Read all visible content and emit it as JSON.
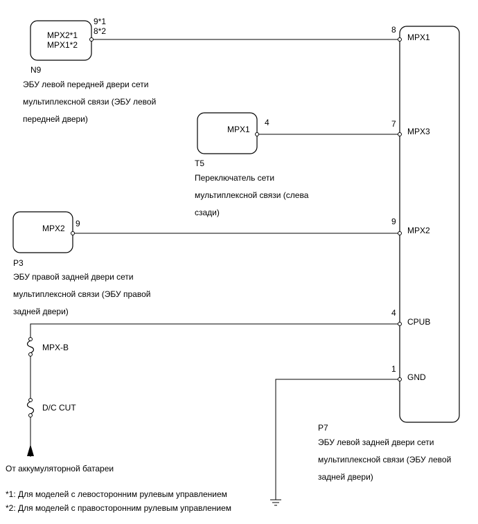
{
  "n9": {
    "code": "N9",
    "terminals": [
      "MPX2*1",
      "MPX1*2"
    ],
    "pins": [
      "9*1",
      "8*2"
    ],
    "caption": [
      "ЭБУ левой передней двери сети",
      "мультиплексной связи (ЭБУ левой",
      "передней двери)"
    ]
  },
  "t5": {
    "code": "T5",
    "terminal": "MPX1",
    "pin": "4",
    "caption": [
      "Переключатель сети",
      "мультиплексной связи (слева",
      "сзади)"
    ]
  },
  "p3": {
    "code": "P3",
    "terminal": "MPX2",
    "pin": "9",
    "caption": [
      "ЭБУ правой задней двери сети",
      "мультиплексной связи (ЭБУ правой",
      "задней двери)"
    ]
  },
  "p7": {
    "code": "P7",
    "terminals": [
      {
        "pin": "8",
        "name": "MPX1"
      },
      {
        "pin": "7",
        "name": "MPX3"
      },
      {
        "pin": "9",
        "name": "MPX2"
      },
      {
        "pin": "4",
        "name": "CPUB"
      },
      {
        "pin": "1",
        "name": "GND"
      }
    ],
    "caption": [
      "ЭБУ левой задней двери сети",
      "мультиплексной связи (ЭБУ левой",
      "задней двери)"
    ]
  },
  "fuses": [
    "MPX-B",
    "D/C CUT"
  ],
  "battery_label": "От аккумуляторной батареи",
  "footnotes": [
    "*1: Для моделей с левосторонним рулевым управлением",
    "*2: Для моделей с правосторонним рулевым управлением"
  ]
}
